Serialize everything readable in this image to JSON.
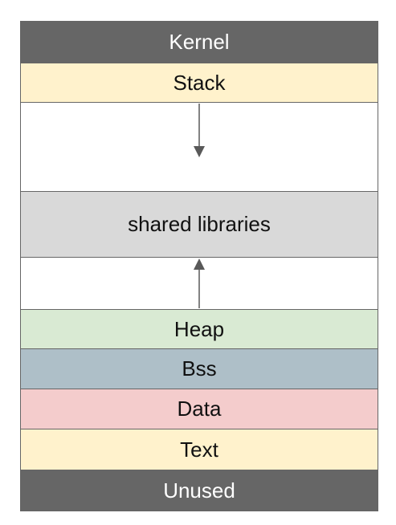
{
  "segments": {
    "kernel": {
      "label": "Kernel",
      "color": "#666666"
    },
    "stack": {
      "label": "Stack",
      "color": "#fff2cc"
    },
    "stack_growth_space": {
      "label": "",
      "color": "#ffffff"
    },
    "shared_libraries": {
      "label": "shared libraries",
      "color": "#d9d9d9"
    },
    "heap_growth_space": {
      "label": "",
      "color": "#ffffff"
    },
    "heap": {
      "label": "Heap",
      "color": "#d9ead3"
    },
    "bss": {
      "label": "Bss",
      "color": "#aebfc8"
    },
    "data": {
      "label": "Data",
      "color": "#f4cccc"
    },
    "text": {
      "label": "Text",
      "color": "#fff2cc"
    },
    "unused": {
      "label": "Unused",
      "color": "#666666"
    }
  },
  "arrows": {
    "stack_direction": "down",
    "heap_direction": "up",
    "color": "#595959"
  }
}
